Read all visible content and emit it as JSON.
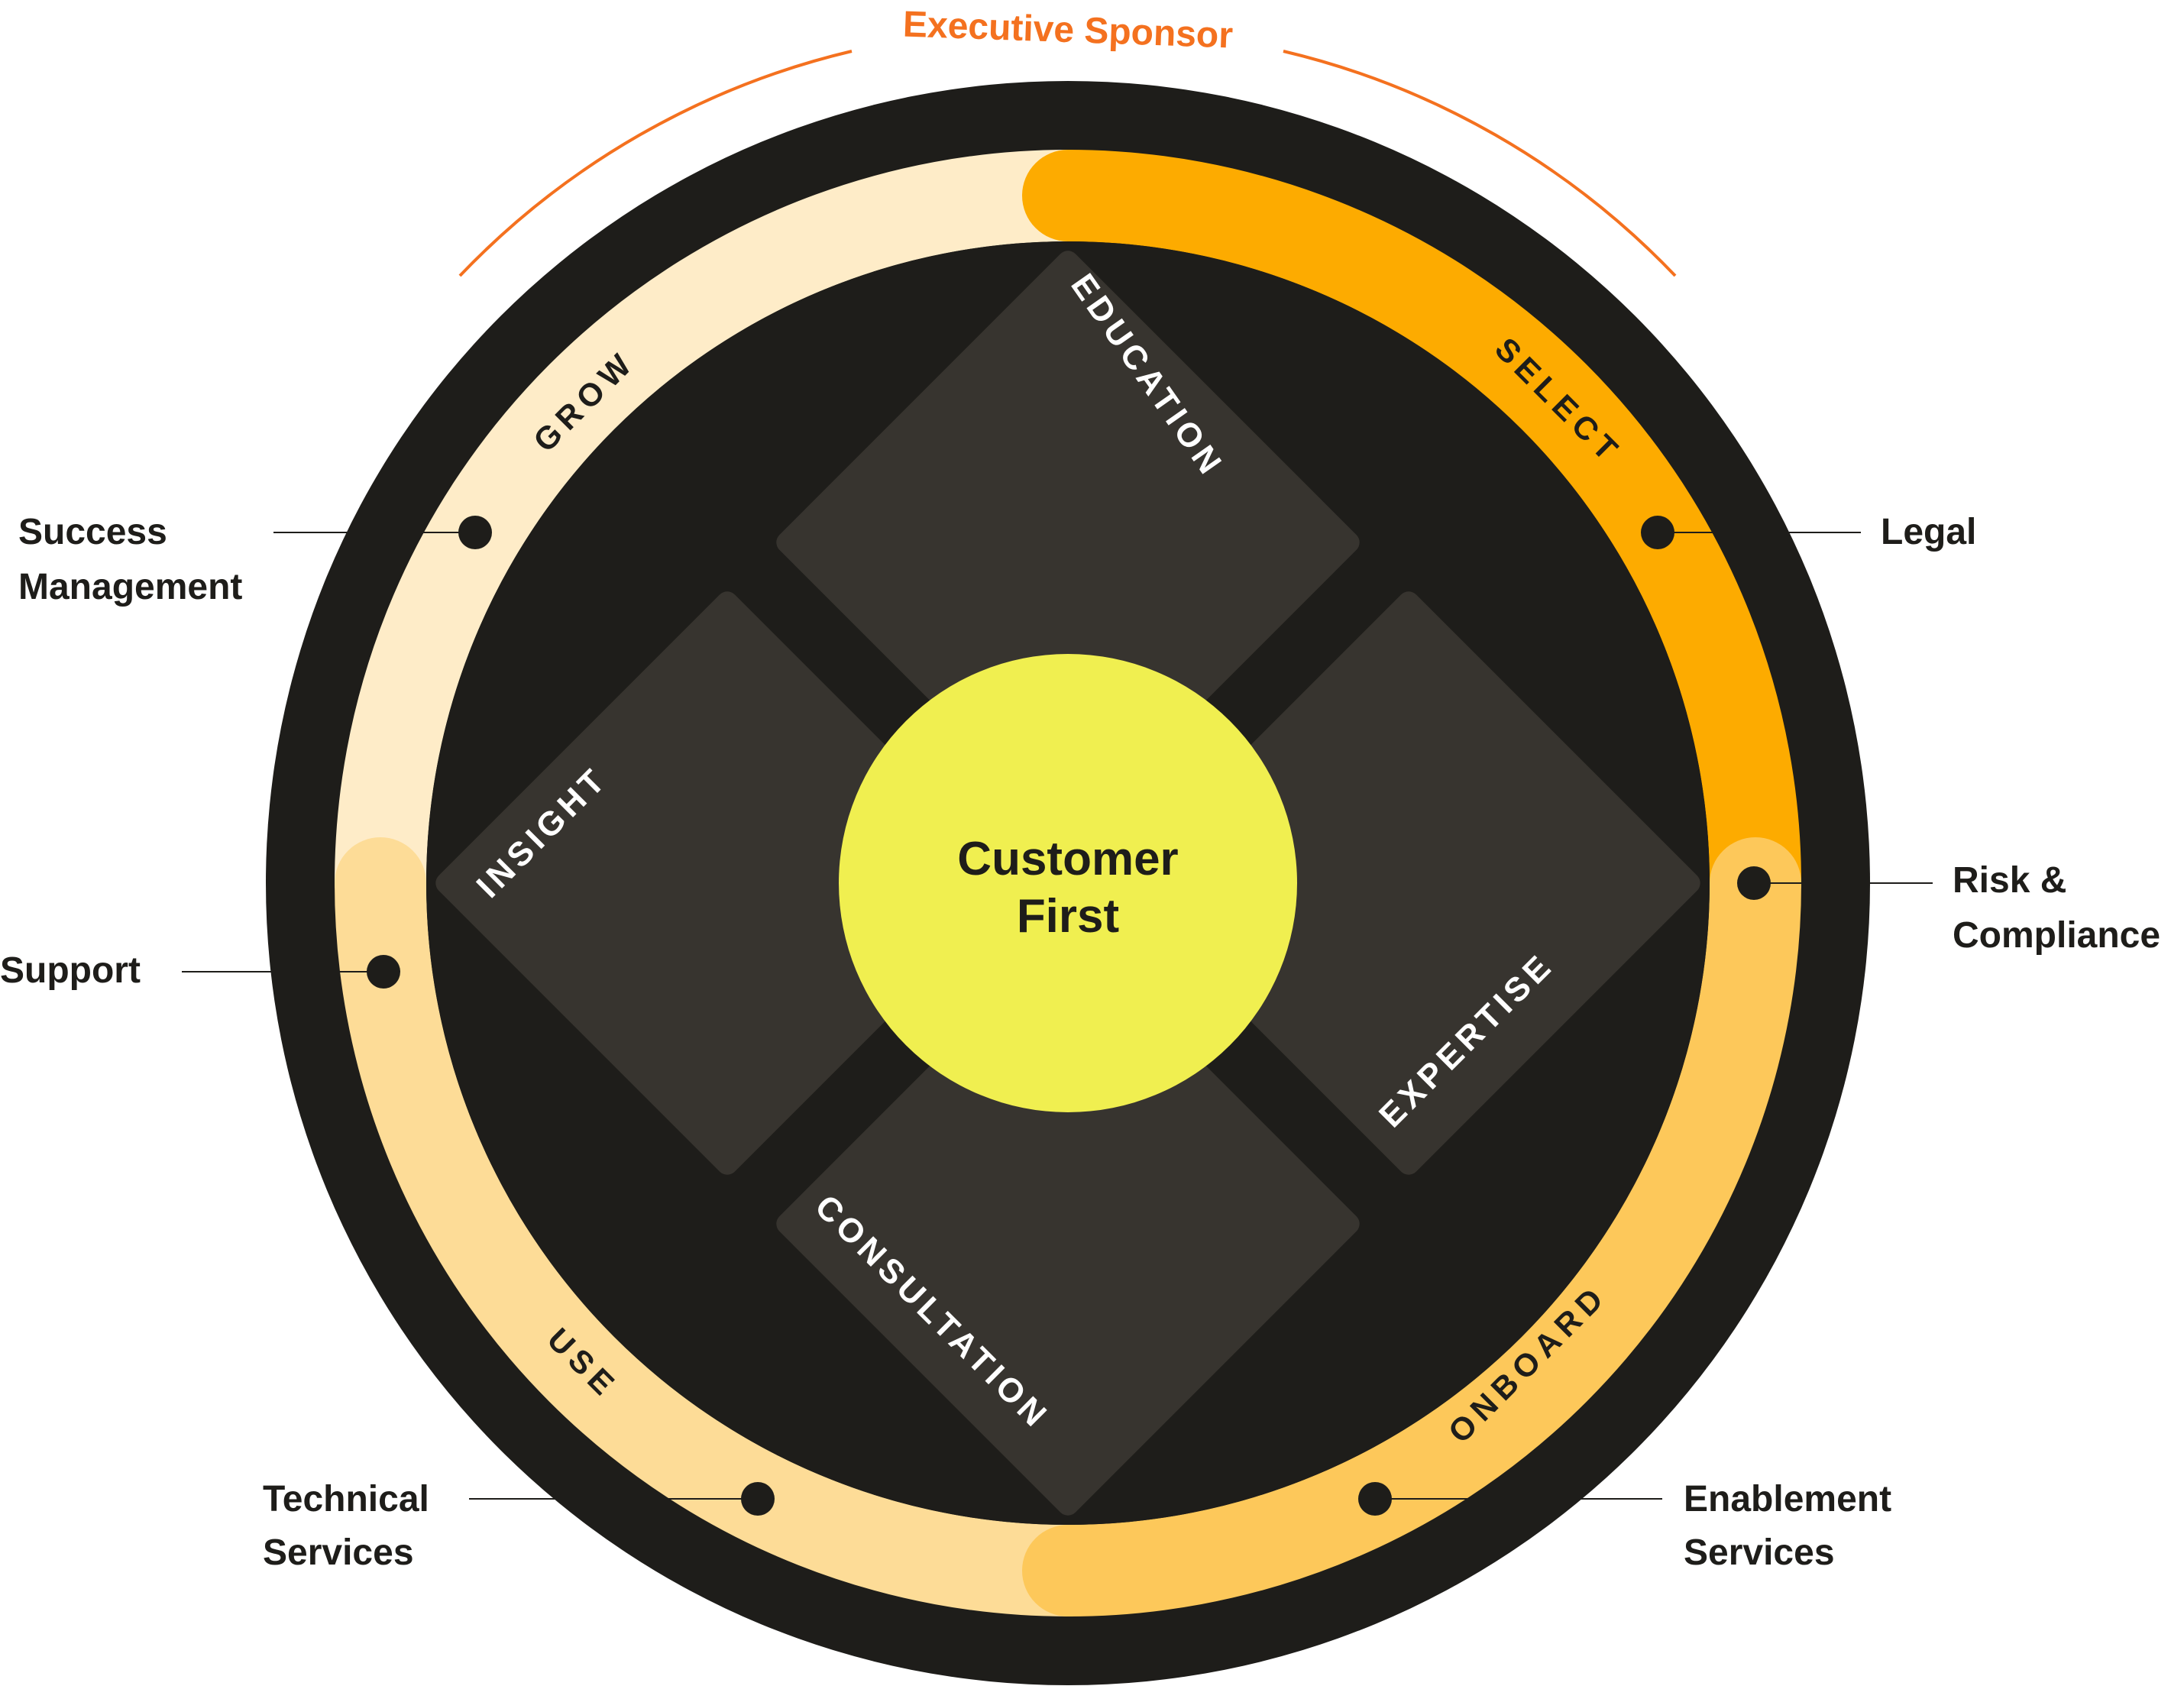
{
  "center": {
    "line1": "Customer",
    "line2": "First"
  },
  "sponsor": {
    "label": "Executive Sponsor"
  },
  "stages": [
    {
      "id": "select",
      "label": "SELECT"
    },
    {
      "id": "onboard",
      "label": "ONBOARD"
    },
    {
      "id": "use",
      "label": "USE"
    },
    {
      "id": "grow",
      "label": "GROW"
    }
  ],
  "pillars": [
    {
      "id": "education",
      "label": "EDUCATION"
    },
    {
      "id": "expertise",
      "label": "EXPERTISE"
    },
    {
      "id": "consultation",
      "label": "CONSULTATION"
    },
    {
      "id": "insight",
      "label": "INSIGHT"
    }
  ],
  "callouts": [
    {
      "id": "legal",
      "lines": [
        "Legal"
      ]
    },
    {
      "id": "risk-compliance",
      "lines": [
        "Risk &",
        "Compliance"
      ]
    },
    {
      "id": "enablement",
      "lines": [
        "Enablement",
        "Services"
      ]
    },
    {
      "id": "technical",
      "lines": [
        "Technical",
        "Services"
      ]
    },
    {
      "id": "support",
      "lines": [
        "Support"
      ]
    },
    {
      "id": "success",
      "lines": [
        "Success",
        "Management"
      ]
    }
  ],
  "colors": {
    "outer_ring": "#1e1d1a",
    "diamond": "#37342f",
    "center": "#f0ef50",
    "select": "#fdab00",
    "onboard": "#fdc85a",
    "use": "#fddc97",
    "grow": "#feecc8",
    "sponsor": "#f4711f",
    "text_dark": "#1e1d1a",
    "text_light": "#ffffff"
  }
}
